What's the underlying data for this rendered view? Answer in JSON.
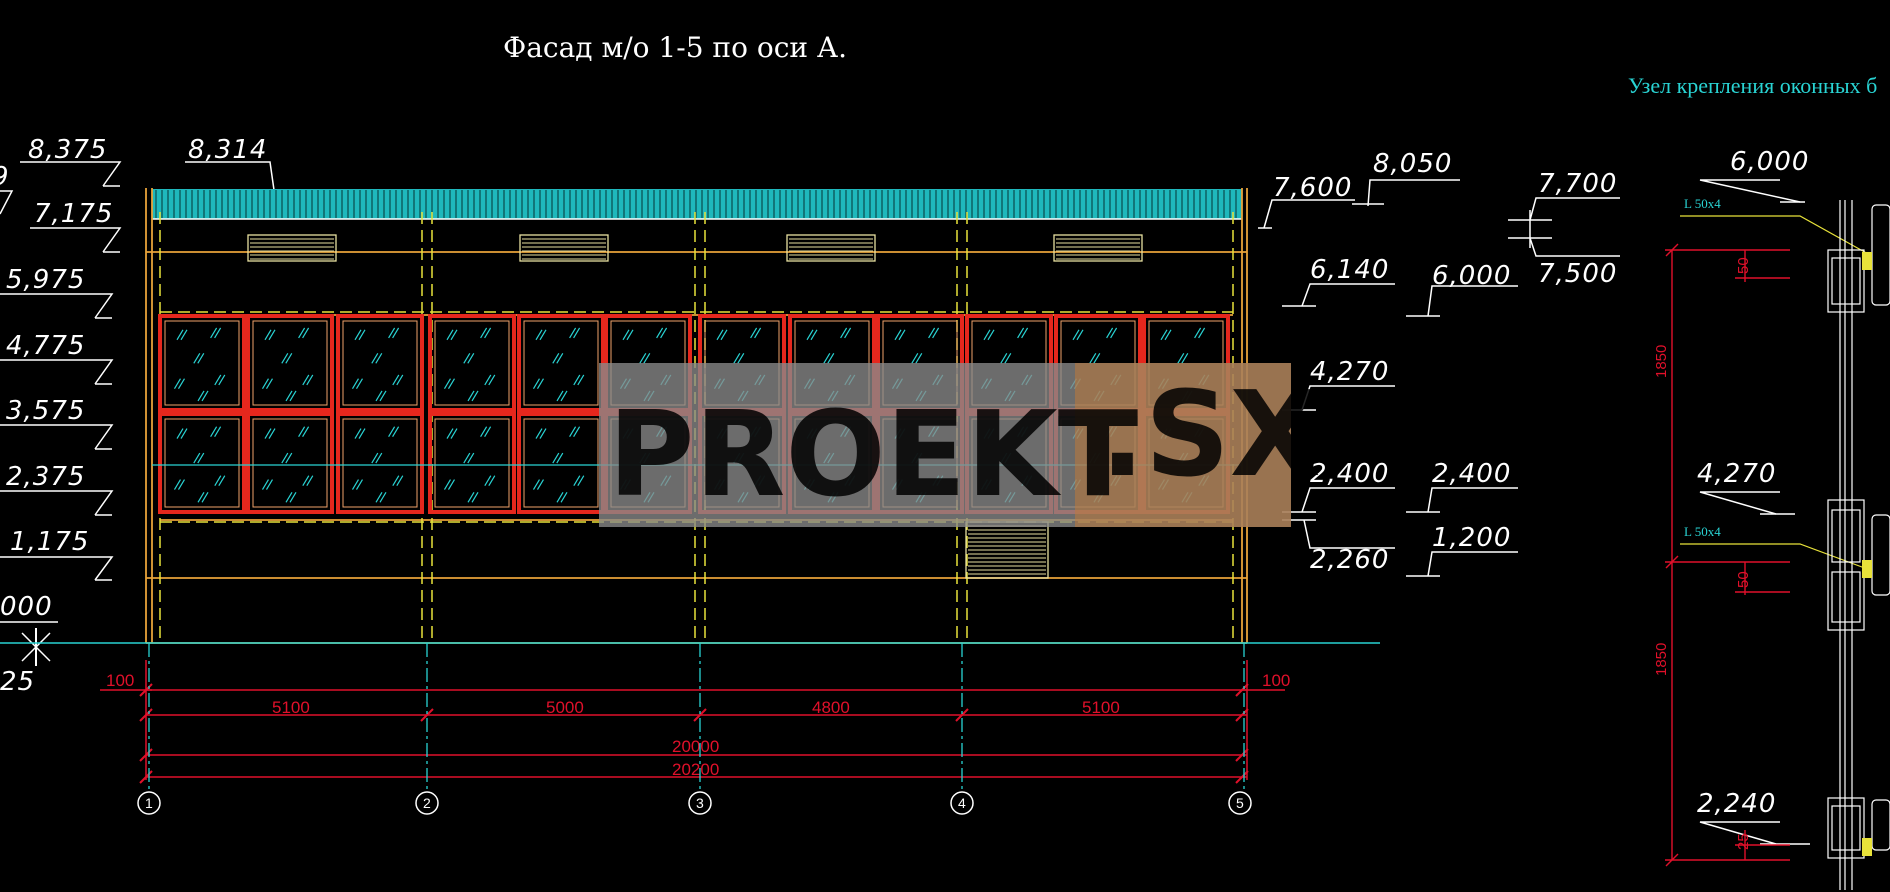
{
  "drawing": {
    "title": "Фасад   м/о 1-5 по оси А.",
    "detail_title": "Узел крепления оконных б",
    "left_levels": [
      "8,375",
      "7,175",
      "5,975",
      "4,775",
      "3,575",
      "2,375",
      "1,175",
      "000",
      "25"
    ],
    "left_edge_value": "9",
    "roof_level": "8,314",
    "right_levels": {
      "l_8050": "8,050",
      "l_7600": "7,600",
      "l_6140": "6,140",
      "l_6000": "6,000",
      "l_4270": "4,270",
      "l_2400a": "2,400",
      "l_2400b": "2,400",
      "l_2260": "2,260",
      "l_1200": "1,200",
      "l_7700": "7,700",
      "l_7500": "7,500"
    },
    "dimensions": {
      "left_offset": "100",
      "right_offset": "100",
      "spans": [
        "5100",
        "5000",
        "4800",
        "5100"
      ],
      "total_axes": "20000",
      "total_overall": "20200"
    },
    "axes": [
      "1",
      "2",
      "3",
      "4",
      "5"
    ],
    "detail": {
      "level_top": "6,000",
      "level_mid": "4,270",
      "level_bottom": "2,240",
      "angle_top": "L 50x4",
      "angle_mid": "L 50x4",
      "dim_upper": "1850",
      "dim_lower": "1850",
      "small_a": "50",
      "small_b": "50",
      "small_c": "25"
    },
    "watermark": "PROEKT",
    "watermark_suffix": ".SX"
  },
  "colors": {
    "background": "#000000",
    "roof_cyan": "#1fb8bc",
    "frame_orange": "#e8a33a",
    "window_red": "#e5271d",
    "glass_cyan": "#29d3d3",
    "dim_red": "#e0102a",
    "axis_yellow": "#e8e23a"
  }
}
